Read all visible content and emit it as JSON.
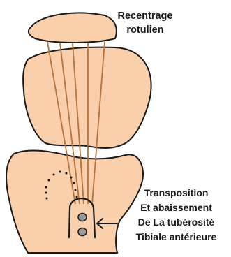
{
  "labels": {
    "top": [
      "Recentrage",
      "rotulien"
    ],
    "bottom": [
      "Transposition",
      "Et abaissement",
      "De La tubérosité",
      "Tibiale antérieure"
    ]
  },
  "colors": {
    "bone_fill": "#f9cfac",
    "outline": "#1a1a1a",
    "tendon_line": "#b5733a",
    "implant_fill": "#9a9a9a",
    "text": "#1a1a1a",
    "background": "#ffffff"
  }
}
